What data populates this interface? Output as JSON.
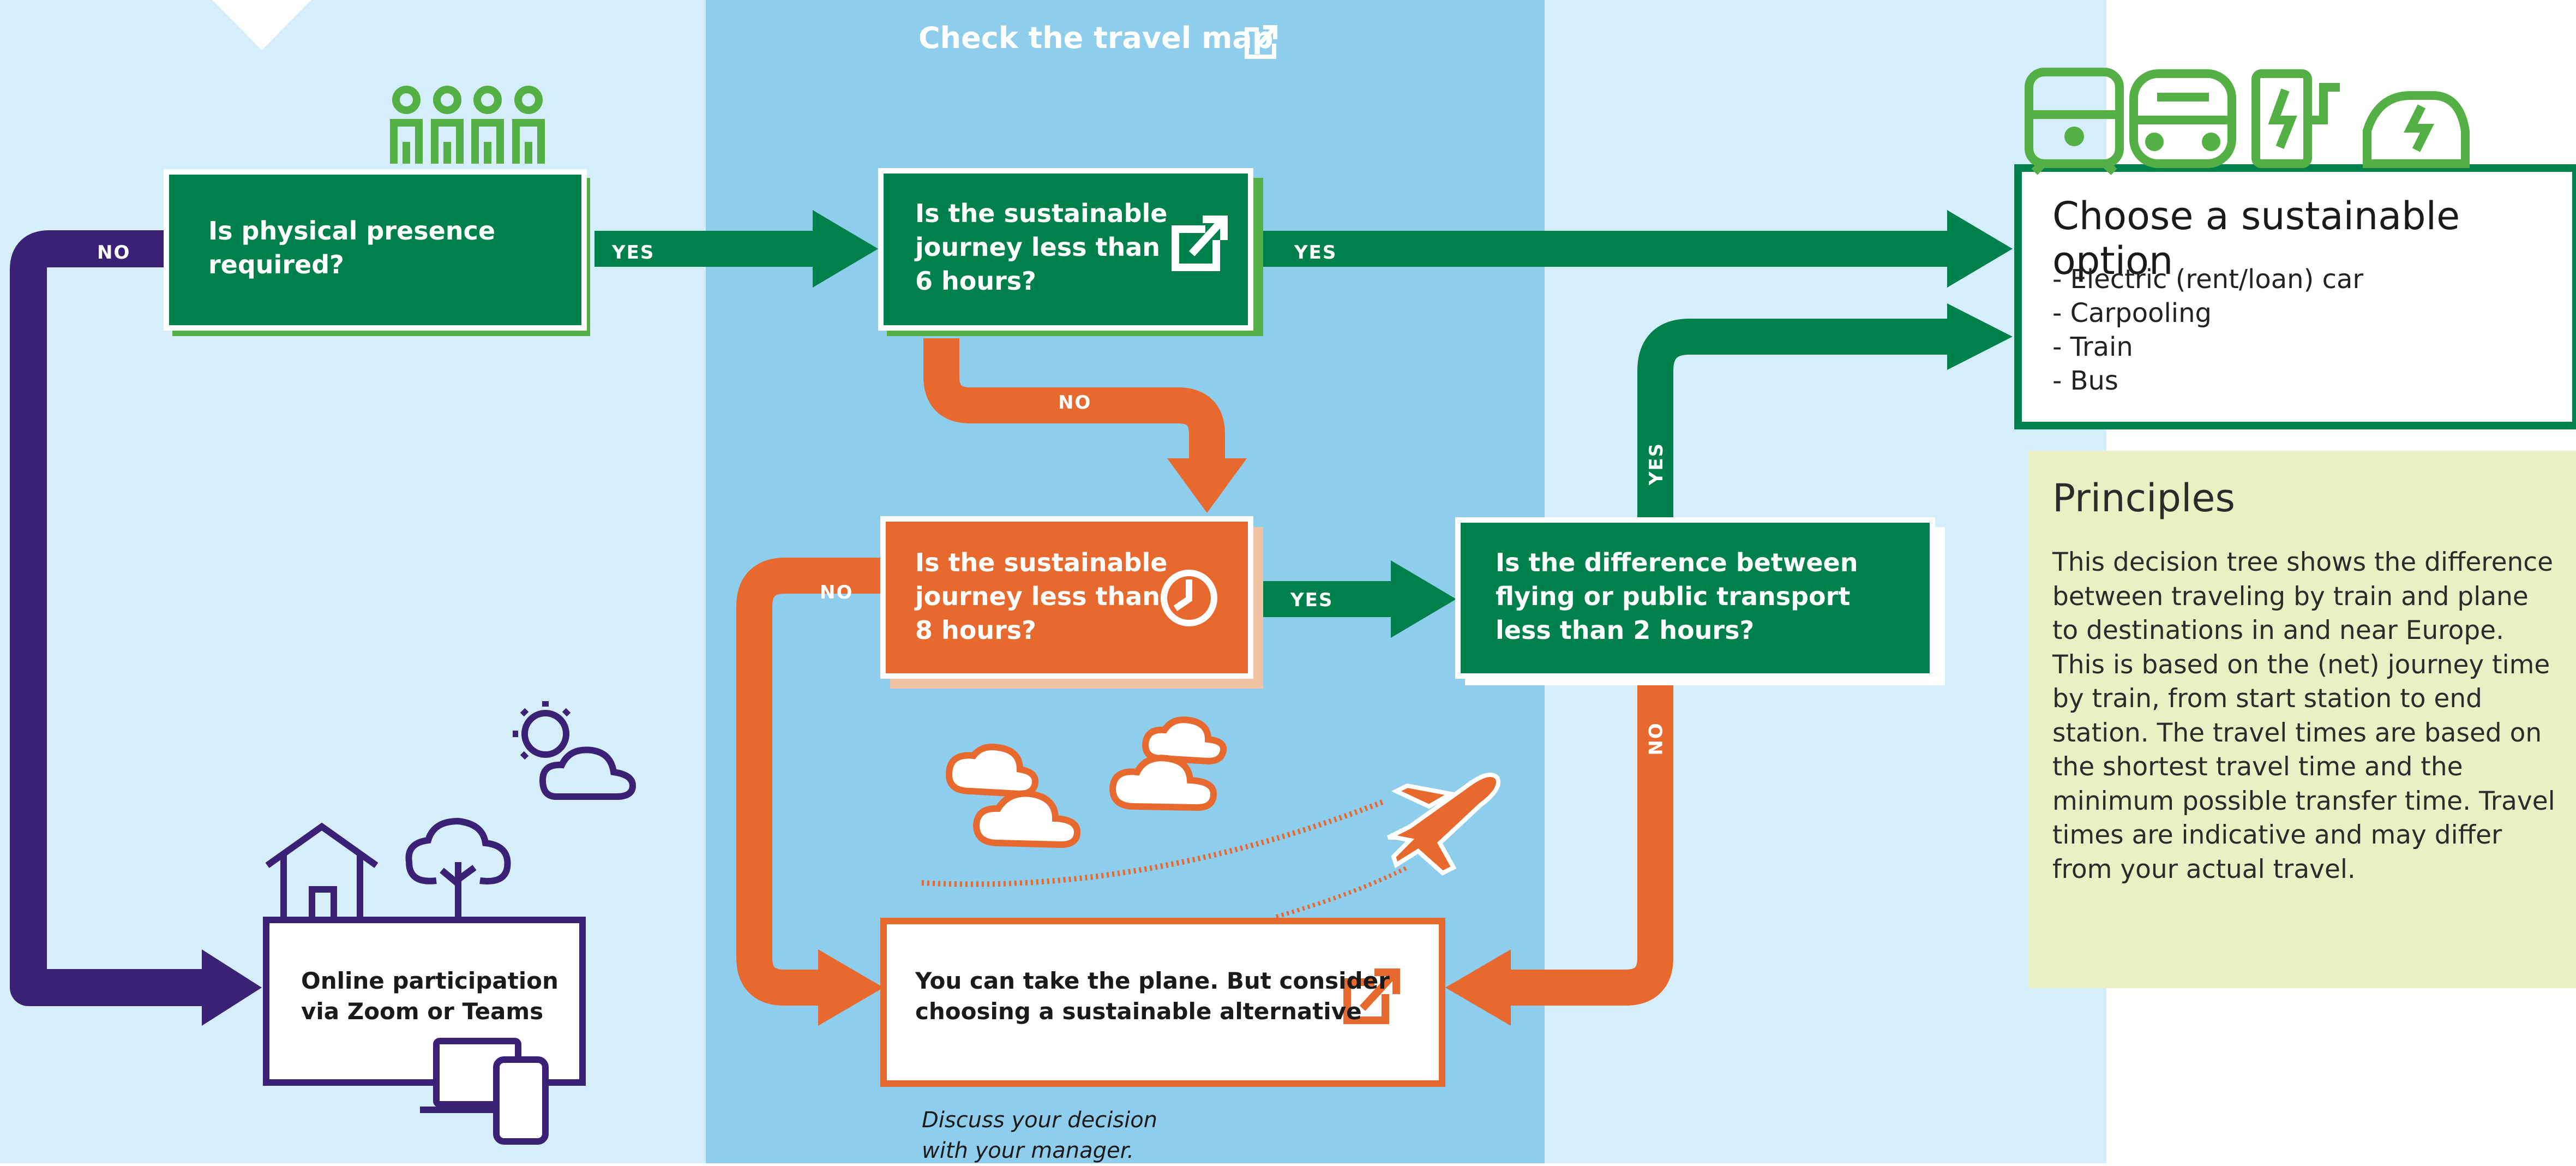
{
  "header": {
    "title": "Check the travel map"
  },
  "q_physical": {
    "text_line1": "Is physical presence",
    "text_line2": "required?"
  },
  "q_6hours": {
    "text_line1": "Is the sustainable",
    "text_line2": "journey less than",
    "text_line3": "6 hours?"
  },
  "q_8hours": {
    "text_line1": "Is the sustainable",
    "text_line2": "journey less than",
    "text_line3": "8 hours?"
  },
  "q_difference": {
    "text_line1": "Is the difference between",
    "text_line2": "flying or public transport",
    "text_line3": "less than 2 hours?"
  },
  "online": {
    "text_line1": "Online participation",
    "text_line2": "via Zoom or Teams"
  },
  "plane": {
    "text_line1": "You can take the plane. But consider",
    "text_line2": "choosing a sustainable alternative"
  },
  "manager_note": {
    "line1": "Discuss your decision",
    "line2": "with your manager."
  },
  "labels": {
    "yes": "YES",
    "no": "NO"
  },
  "sustainable": {
    "title": "Choose a sustainable option",
    "items": [
      "- Electric (rent/loan) car",
      "- Carpooling",
      "- Train",
      "- Bus"
    ]
  },
  "principles": {
    "title": "Principles",
    "body": "This decision tree shows the difference between traveling by train and plane to destinations in and near Europe. This is based on the (net) journey time by train, from start station to end station. The travel times are based on the shortest travel time and the minimum possible transfer time. Travel times are indicative and may differ from your actual travel."
  },
  "colors": {
    "green": "#00804a",
    "green_light": "#54b044",
    "orange": "#e8692d",
    "purple": "#3b2176",
    "blue_header": "#0073b6",
    "light_blue": "#d6eef9",
    "mid_blue": "#8ecdec",
    "principles_bg": "#e8f0c4"
  },
  "icons": [
    "people-icon",
    "external-link-icon",
    "clock-icon",
    "train-icon",
    "bus-icon",
    "charger-icon",
    "electric-car-icon",
    "sun-cloud-icon",
    "house-icon",
    "tree-icon",
    "devices-icon",
    "cloud-icon",
    "airplane-icon"
  ]
}
